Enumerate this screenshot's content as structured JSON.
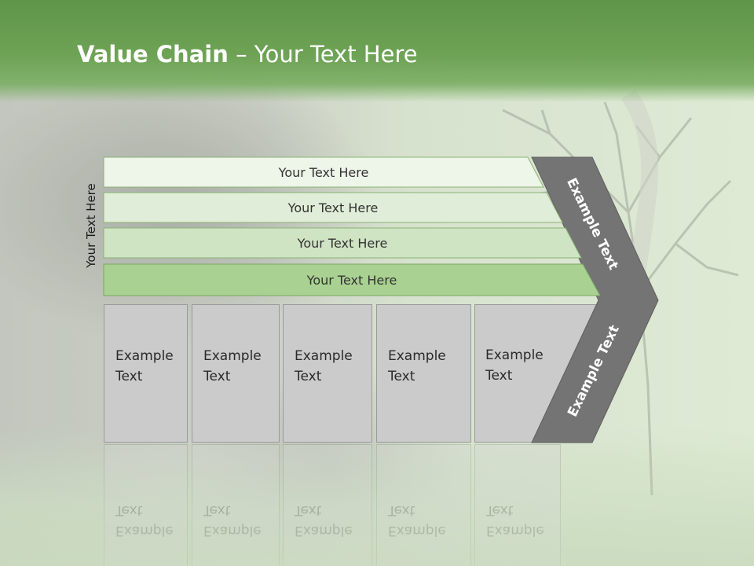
{
  "title": {
    "bold": "Value Chain",
    "rest": " – Your Text Here"
  },
  "side_label": "Your Text Here",
  "bands": [
    {
      "label": "Your Text Here",
      "color": "#eef5e9"
    },
    {
      "label": "Your Text Here",
      "color": "#e0edd8"
    },
    {
      "label": "Your Text Here",
      "color": "#cfe4c3"
    },
    {
      "label": "Your Text Here",
      "color": "#a9d191"
    }
  ],
  "boxes": [
    {
      "line1": "Example",
      "line2": "Text"
    },
    {
      "line1": "Example",
      "line2": "Text"
    },
    {
      "line1": "Example",
      "line2": "Text"
    },
    {
      "line1": "Example",
      "line2": "Text"
    },
    {
      "line1": "Example",
      "line2": "Text"
    }
  ],
  "chevron": {
    "top_label": "Example Text",
    "bottom_label": "Example Text",
    "color": "#747474"
  },
  "colors": {
    "title_band": "#6ea356",
    "box_fill": "#cbcbcb",
    "box_border": "#9a9a9a"
  }
}
